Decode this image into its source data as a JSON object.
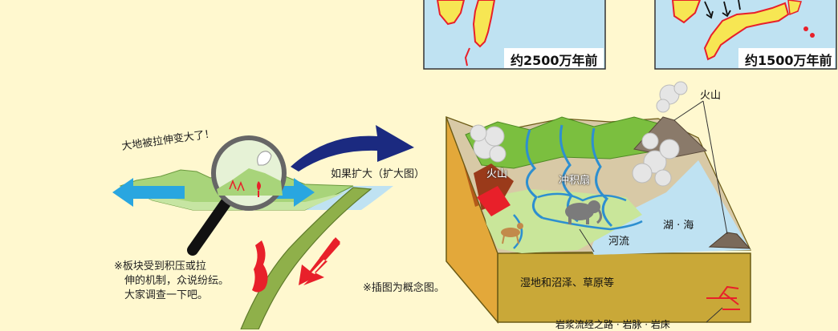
{
  "maps": [
    {
      "label": "约2500万年前"
    },
    {
      "label": "约1500万年前"
    }
  ],
  "left": {
    "stretch_caption": "大地被拉伸变大了！",
    "note_lines": [
      "※板块受到积压或拉",
      "伸的机制，众说纷纭。",
      "大家调查一下吧。"
    ]
  },
  "center": {
    "zoom_caption": "如果扩大（扩大图）",
    "concept_note": "※插图为概念图。"
  },
  "block": {
    "volcano_top": "火山",
    "volcano_left": "火山",
    "alluvial_fan": "冲积扇",
    "lake_sea": "湖 · 海",
    "river": "河流",
    "wetland": "湿地和沼泽、草原等",
    "magma": "岩浆流经之路 · 岩脉 · 岩床"
  },
  "colors": {
    "background": "#fff8cf",
    "sea": "#bfe2f2",
    "land": "#f7e653",
    "arrow_navy": "#1b2a80",
    "arrow_blue": "#29a6e0",
    "arrow_red": "#e8202a"
  }
}
